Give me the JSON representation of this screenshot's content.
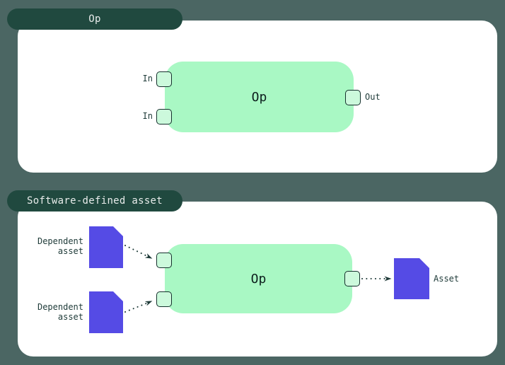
{
  "colors": {
    "background": "#4B6663",
    "tab_background": "#20493F",
    "tab_text": "#E8ECEB",
    "panel_background": "#FFFFFF",
    "node_fill": "#A9F8C4",
    "port_fill": "#CCF9DC",
    "port_border": "#16302D",
    "node_text": "#0C1F1D",
    "label_text": "#1E3A38",
    "asset_fill": "#554BE5",
    "arrow": "#1E3A38"
  },
  "panels": [
    {
      "tab": "Op",
      "node_label": "Op",
      "inputs": [
        "In",
        "In"
      ],
      "output": "Out"
    },
    {
      "tab": "Software-defined asset",
      "node_label": "Op",
      "dependent_assets": [
        {
          "line1": "Dependent",
          "line2": "asset"
        },
        {
          "line1": "Dependent",
          "line2": "asset"
        }
      ],
      "output_asset_label": "Asset"
    }
  ]
}
